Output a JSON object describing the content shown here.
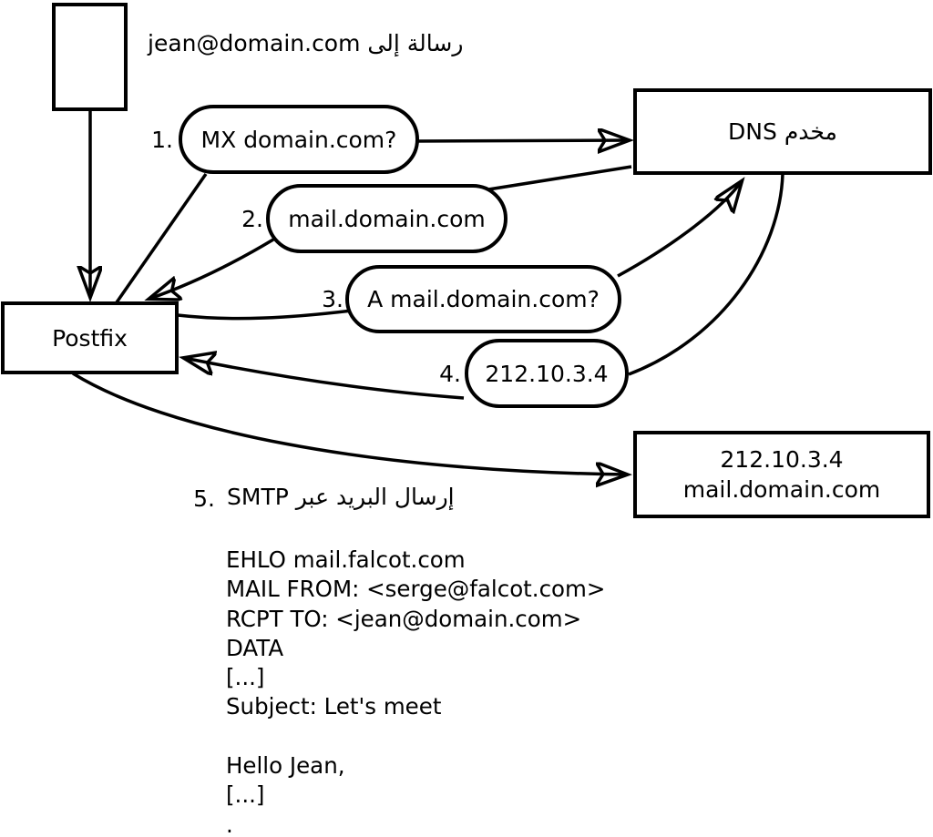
{
  "diagram": {
    "title_note": "رسالة إلى jean@domain.com",
    "sender_box": "",
    "postfix_label": "Postfix",
    "dns_label": "مخدم DNS",
    "destination_box": {
      "line1": "212.10.3.4",
      "line2": "mail.domain.com"
    },
    "steps": [
      {
        "number": "1.",
        "label": "MX domain.com?"
      },
      {
        "number": "2.",
        "label": "mail.domain.com"
      },
      {
        "number": "3.",
        "label": "A mail.domain.com?"
      },
      {
        "number": "4.",
        "label": "212.10.3.4"
      }
    ],
    "step5": {
      "number": "5.",
      "label": "إرسال البريد عبر SMTP"
    },
    "smtp_session": "EHLO mail.falcot.com\nMAIL FROM: <serge@falcot.com>\nRCPT TO: <jean@domain.com>\nDATA\n[...]\nSubject: Let's meet\n\nHello Jean,\n[...]\n."
  },
  "colors": {
    "ink": "#000000",
    "background": "#ffffff"
  }
}
